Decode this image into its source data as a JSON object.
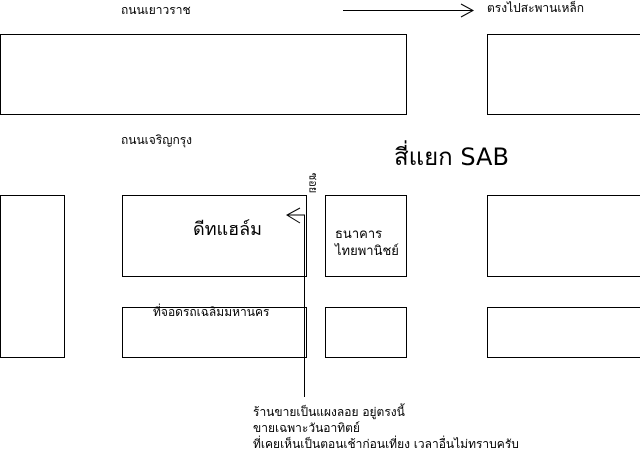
{
  "roads": {
    "yaowarat": "ถนนเยาวราช",
    "charoen_krung": "ถนนเจริญกรุง",
    "soi": "ซอย"
  },
  "direction_label": "ตรงไปสะพานเหล็ก",
  "intersection_label": "สี่แยก SAB",
  "buildings": {
    "dtac_hall": "ดีทแฮล์ม",
    "bank_line1": "ธนาคาร",
    "bank_line2": "ไทยพานิชย์",
    "parking": "ที่จอดรถเฉลิมมหานคร"
  },
  "note": {
    "line1": "ร้านขายเป็นแผงลอย อยู่ตรงนี้",
    "line2": "ขายเฉพาะวันอาทิตย์",
    "line3": "ที่เคยเห็นเป็นตอนเช้าก่อนเที่ยง เวลาอื่นไม่ทราบครับ"
  }
}
